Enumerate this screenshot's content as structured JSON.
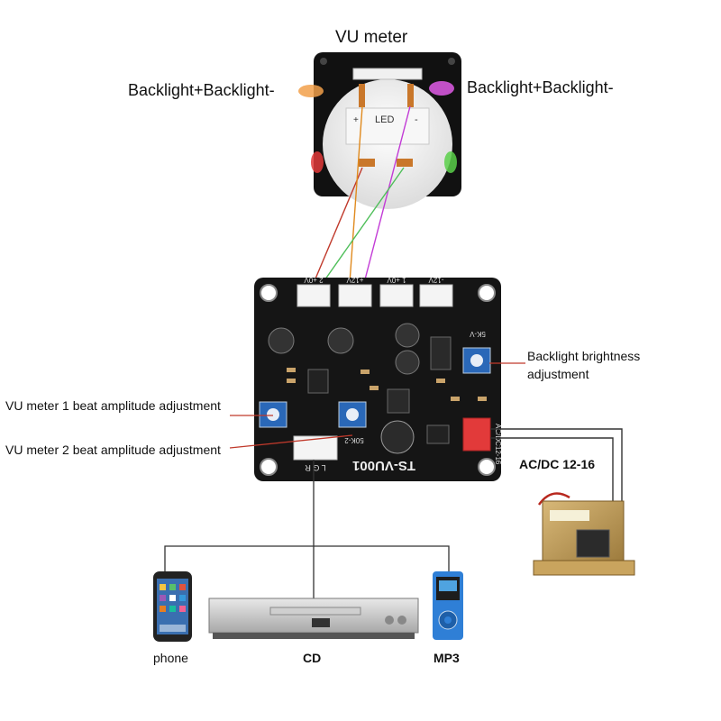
{
  "diagram": {
    "meter_title": "VU meter",
    "left_backlight_label": "Backlight+Backlight-",
    "right_backlight_label": "Backlight+Backlight-",
    "led_label": "LED",
    "led_plus": "+",
    "led_minus": "-",
    "brightness_label_line1": "Backlight brightness",
    "brightness_label_line2": "adjustment",
    "vu1_label": "VU meter 1 beat amplitude adjustment",
    "vu2_label": "VU meter 2 beat amplitude adjustment",
    "power_label": "AC/DC 12-16",
    "board": {
      "name": "TS-VU001",
      "connectors": [
        "2 +0V",
        "+12V",
        "1 +0V",
        "-12V"
      ],
      "input_label": "L G R",
      "power_silk": "AC/DC12-16",
      "pot_silk_1": "50K-2",
      "pot_silk_2": "5K-V"
    },
    "sources": {
      "phone": "phone",
      "cd": "CD",
      "mp3": "MP3"
    }
  },
  "colors": {
    "wire_red": "#c0392b",
    "wire_orange": "#e08a1e",
    "wire_magenta": "#c23bd6",
    "wire_green": "#4fbf5a",
    "board": "#151515",
    "pot": "#2a68b8",
    "connector_red": "#e23a3a"
  }
}
